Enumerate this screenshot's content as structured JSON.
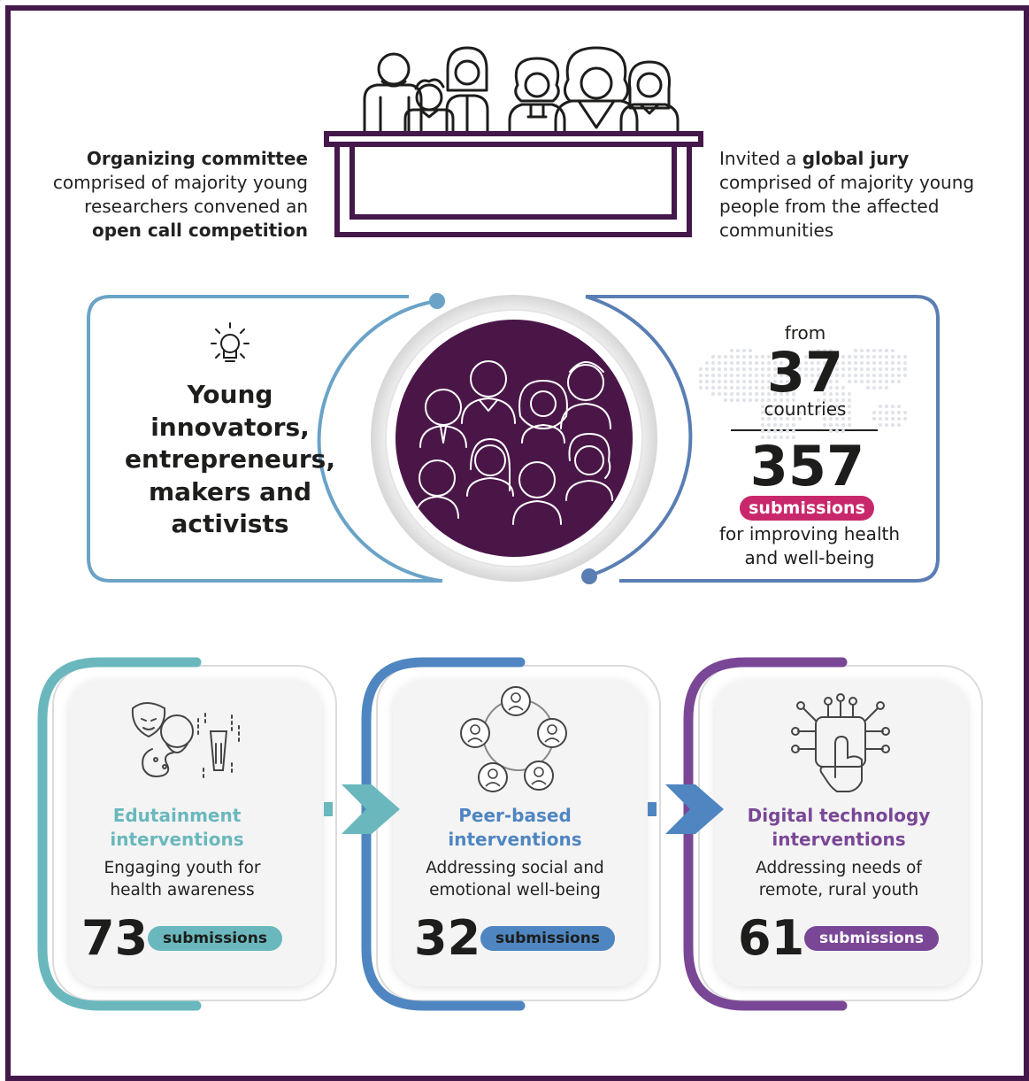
{
  "colors": {
    "frame": "#44184a",
    "circle": "#4a1648",
    "teal": "#6ab8bd",
    "blue": "#4f86c1",
    "purple": "#7a4796",
    "pink": "#c8286b",
    "ring_light": "#6aa3c7",
    "ring_dark": "#5a7eb3"
  },
  "top": {
    "left": {
      "line1_bold": "Organizing committee",
      "line2": "comprised of majority young",
      "line3": "researchers convened an",
      "line4_bold": "open call competition"
    },
    "right": {
      "prefix": "Invited a ",
      "bold": "global jury",
      "line2": "comprised of majority young",
      "line3": "people from the affected",
      "line4": "communities"
    },
    "icons": [
      "jury-people-icon",
      "lightbulb-icon"
    ]
  },
  "middle": {
    "young_lines": [
      "Young",
      "innovators,",
      "entrepreneurs,",
      "makers and",
      "activists"
    ],
    "from": "from",
    "countries_count": "37",
    "countries": "countries",
    "submissions_count": "357",
    "submissions_badge": "submissions",
    "for_line1": "for improving health",
    "for_line2": "and well-being"
  },
  "cards": [
    {
      "title1": "Edutainment",
      "title2": "interventions",
      "desc1": "Engaging youth for",
      "desc2": "health awareness",
      "count": "73",
      "badge": "submissions",
      "icon": "theater-art-music-icon"
    },
    {
      "title1": "Peer-based",
      "title2": "interventions",
      "desc1": "Addressing social and",
      "desc2": "emotional well-being",
      "count": "32",
      "badge": "submissions",
      "icon": "peer-network-icon"
    },
    {
      "title1": "Digital technology",
      "title2": "interventions",
      "desc1": "Addressing needs of",
      "desc2": "remote, rural youth",
      "count": "61",
      "badge": "submissions",
      "icon": "touch-circuit-icon"
    }
  ]
}
